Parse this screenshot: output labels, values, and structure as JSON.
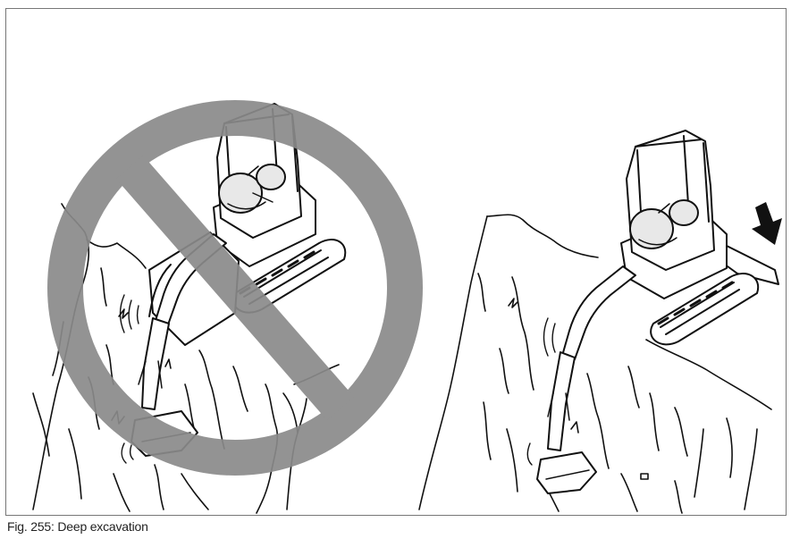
{
  "figure": {
    "caption": "Fig. 255: Deep excavation",
    "left_panel": {
      "subject": "mini-excavator-digging-deep-trench",
      "overlay_icon": "prohibition-icon",
      "overlay_color": "#8a8a8a"
    },
    "right_panel": {
      "subject": "mini-excavator-dozer-blade-lowered",
      "indicator_icon": "arrow-down-icon"
    }
  }
}
